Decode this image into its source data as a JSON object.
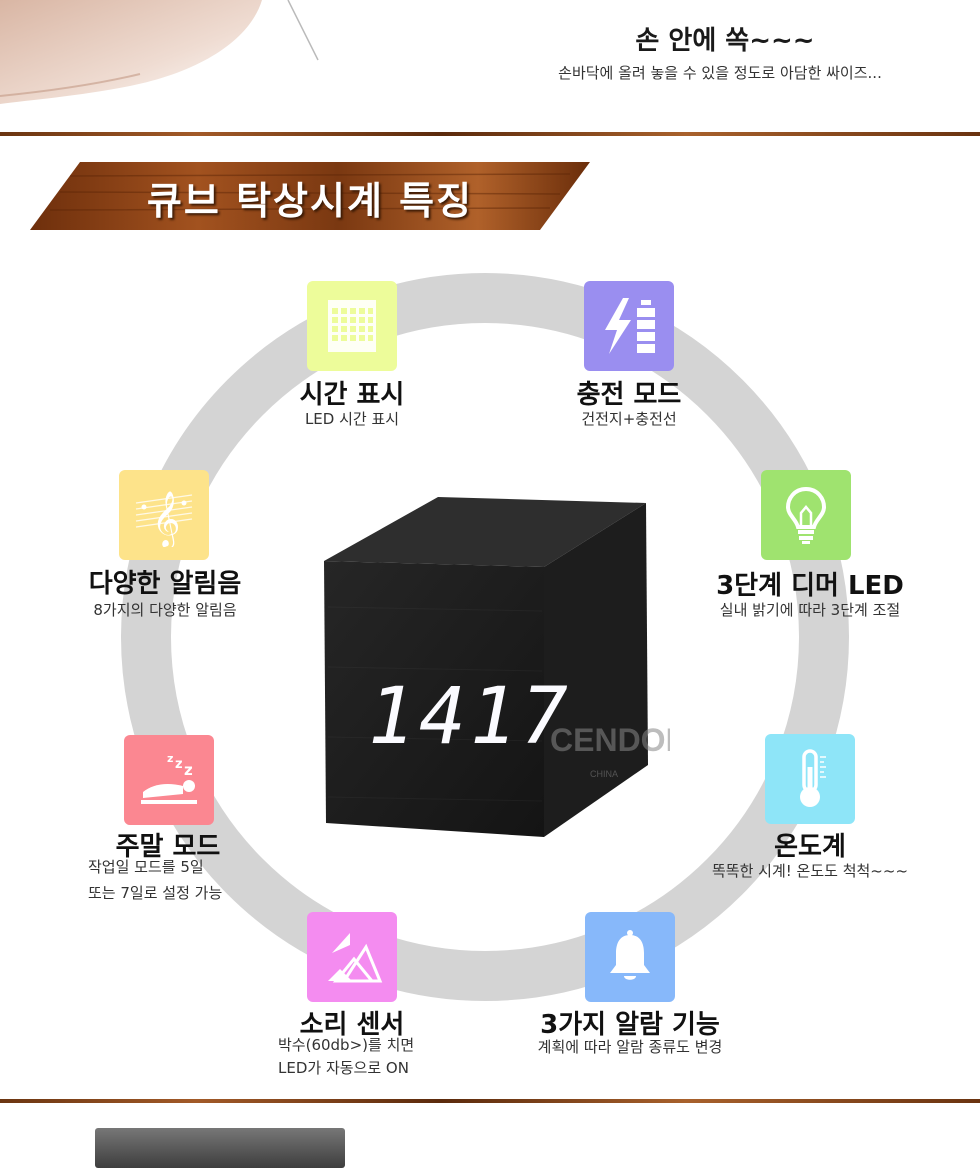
{
  "top": {
    "title": "손 안에 쏙~~~",
    "subtitle": "손바닥에 올려 놓을 수 있을 정도로 아담한 싸이즈..."
  },
  "banner": {
    "title": "큐브 탁상시계 특징"
  },
  "clock": {
    "display": "1417",
    "watermark": "CENDOR",
    "watermark_sub": "CHINA"
  },
  "features": [
    {
      "id": "time",
      "icon": "calendar-icon",
      "color": "#edfc9a",
      "title": "시간 표시",
      "desc": [
        "LED 시간 표시"
      ]
    },
    {
      "id": "charge",
      "icon": "charging-battery-icon",
      "color": "#9a8ef0",
      "title": "충전 모드",
      "desc": [
        "건전지+충전선"
      ]
    },
    {
      "id": "dimmer",
      "icon": "light-bulb-icon",
      "color": "#9fe36f",
      "title": "3단계 디머 LED",
      "desc": [
        "실내 밝기에 따라 3단계 조절"
      ]
    },
    {
      "id": "temperature",
      "icon": "thermometer-icon",
      "color": "#8ee5f8",
      "title": "온도계",
      "desc": [
        "똑똑한 시계! 온도도 척척~~~"
      ]
    },
    {
      "id": "alarm",
      "icon": "bell-icon",
      "color": "#87b8fa",
      "title": "3가지 알람 기능",
      "desc": [
        "계획에 따라 알람 종류도 변경"
      ]
    },
    {
      "id": "sound",
      "icon": "sound-sensor-icon",
      "color": "#f48cf0",
      "title": "소리 센서",
      "desc": [
        "박수(60db>)를 치면",
        "LED가 자동으로 ON"
      ]
    },
    {
      "id": "weekend",
      "icon": "sleeping-person-icon",
      "color": "#fb8791",
      "title": "주말 모드",
      "desc": [
        "작업일 모드를 5일",
        "또는 7일로 설정 가능"
      ]
    },
    {
      "id": "melody",
      "icon": "music-note-icon",
      "color": "#fde38a",
      "title": "다양한 알림음",
      "desc": [
        "8가지의 다양한 알림음"
      ]
    }
  ]
}
